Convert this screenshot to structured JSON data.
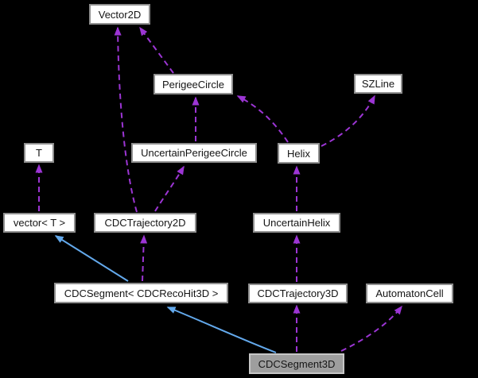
{
  "diagram": {
    "type": "class-collaboration-graph",
    "background_color": "#000000",
    "colors": {
      "node_fill": "#ffffff",
      "node_border": "#8f8f8f",
      "highlight_node_fill": "#9e9e9e",
      "highlight_node_border": "#c6c6c6",
      "usage_edge": "#9c35d4",
      "inheritance_edge": "#63a9ec",
      "text": "#151515"
    },
    "nodes": [
      {
        "id": "vector2d",
        "label": "Vector2D",
        "highlighted": false
      },
      {
        "id": "perigeecircle",
        "label": "PerigeeCircle",
        "highlighted": false
      },
      {
        "id": "szline",
        "label": "SZLine",
        "highlighted": false
      },
      {
        "id": "t",
        "label": "T",
        "highlighted": false
      },
      {
        "id": "uncertainperigeecircle",
        "label": "UncertainPerigeeCircle",
        "highlighted": false
      },
      {
        "id": "helix",
        "label": "Helix",
        "highlighted": false
      },
      {
        "id": "vector-t",
        "label": "vector< T >",
        "highlighted": false
      },
      {
        "id": "cdctrajectory2d",
        "label": "CDCTrajectory2D",
        "highlighted": false
      },
      {
        "id": "uncertainhelix",
        "label": "UncertainHelix",
        "highlighted": false
      },
      {
        "id": "cdcsegment-cdcrecohit3d",
        "label": "CDCSegment< CDCRecoHit3D >",
        "highlighted": false
      },
      {
        "id": "cdctrajectory3d",
        "label": "CDCTrajectory3D",
        "highlighted": false
      },
      {
        "id": "automatoncell",
        "label": "AutomatonCell",
        "highlighted": false
      },
      {
        "id": "cdcsegment3d",
        "label": "CDCSegment3D",
        "highlighted": true
      }
    ],
    "edges": [
      {
        "from": "CDCTrajectory2D",
        "to": "Vector2D",
        "style": "dashed",
        "type": "usage"
      },
      {
        "from": "PerigeeCircle",
        "to": "Vector2D",
        "style": "dashed",
        "type": "usage"
      },
      {
        "from": "UncertainPerigeeCircle",
        "to": "PerigeeCircle",
        "style": "dashed",
        "type": "usage"
      },
      {
        "from": "Helix",
        "to": "PerigeeCircle",
        "style": "dashed",
        "type": "usage"
      },
      {
        "from": "Helix",
        "to": "SZLine",
        "style": "dashed",
        "type": "usage"
      },
      {
        "from": "vector< T >",
        "to": "T",
        "style": "dashed",
        "type": "usage"
      },
      {
        "from": "CDCTrajectory2D",
        "to": "UncertainPerigeeCircle",
        "style": "dashed",
        "type": "usage"
      },
      {
        "from": "UncertainHelix",
        "to": "Helix",
        "style": "dashed",
        "type": "usage"
      },
      {
        "from": "CDCSegment< CDCRecoHit3D >",
        "to": "CDCTrajectory2D",
        "style": "dashed",
        "type": "usage"
      },
      {
        "from": "CDCTrajectory3D",
        "to": "UncertainHelix",
        "style": "dashed",
        "type": "usage"
      },
      {
        "from": "CDCSegment3D",
        "to": "CDCTrajectory3D",
        "style": "dashed",
        "type": "usage"
      },
      {
        "from": "CDCSegment3D",
        "to": "AutomatonCell",
        "style": "dashed",
        "type": "usage"
      },
      {
        "from": "CDCSegment< CDCRecoHit3D >",
        "to": "vector< T >",
        "style": "solid",
        "type": "inheritance"
      },
      {
        "from": "CDCSegment3D",
        "to": "CDCSegment< CDCRecoHit3D >",
        "style": "solid",
        "type": "inheritance"
      }
    ]
  }
}
